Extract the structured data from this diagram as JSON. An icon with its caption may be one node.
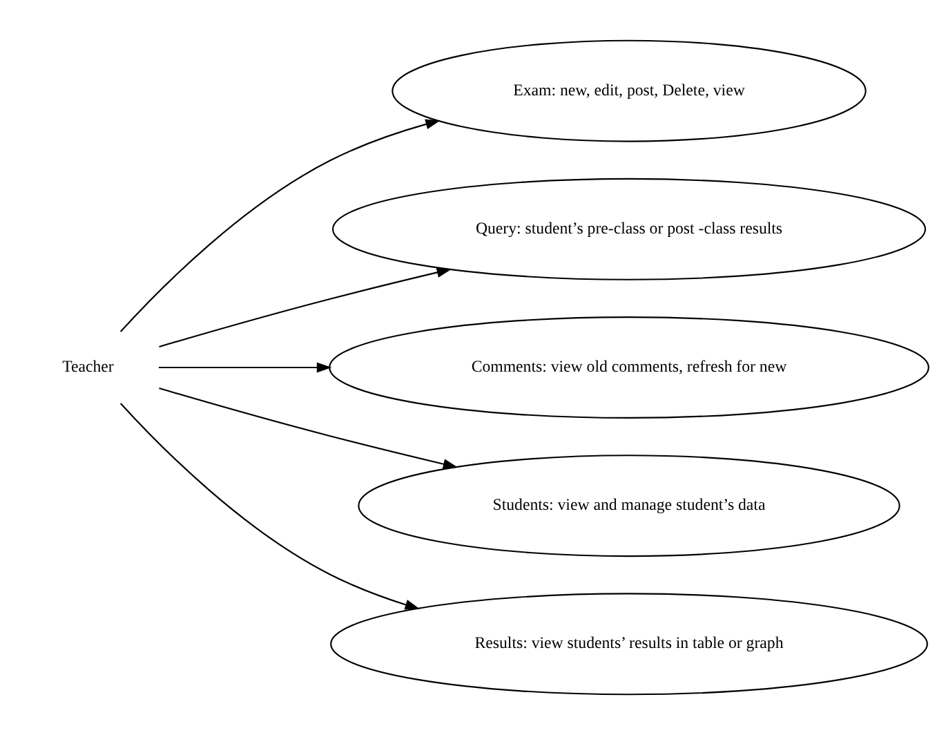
{
  "diagram": {
    "nodes": [
      {
        "text": [
          "Teacher"
        ]
      },
      {
        "text": [
          "Exam: new, edit, post, Delete, view"
        ]
      },
      {
        "text": [
          "Query: student’s pre-class or post -class results"
        ]
      },
      {
        "text": [
          "Comments: view old comments, refresh for new"
        ]
      },
      {
        "text": [
          "Students: view and manage student’s data"
        ]
      },
      {
        "text": [
          "Results: view students’ results in table or graph"
        ]
      }
    ],
    "edges": [
      {
        "from": 0,
        "to": 1,
        "arrow": "to"
      },
      {
        "from": 0,
        "to": 2,
        "arrow": "to"
      },
      {
        "from": 0,
        "to": 3,
        "arrow": "to"
      },
      {
        "from": 0,
        "to": 4,
        "arrow": "to"
      },
      {
        "from": 0,
        "to": 5,
        "arrow": "to"
      }
    ]
  }
}
